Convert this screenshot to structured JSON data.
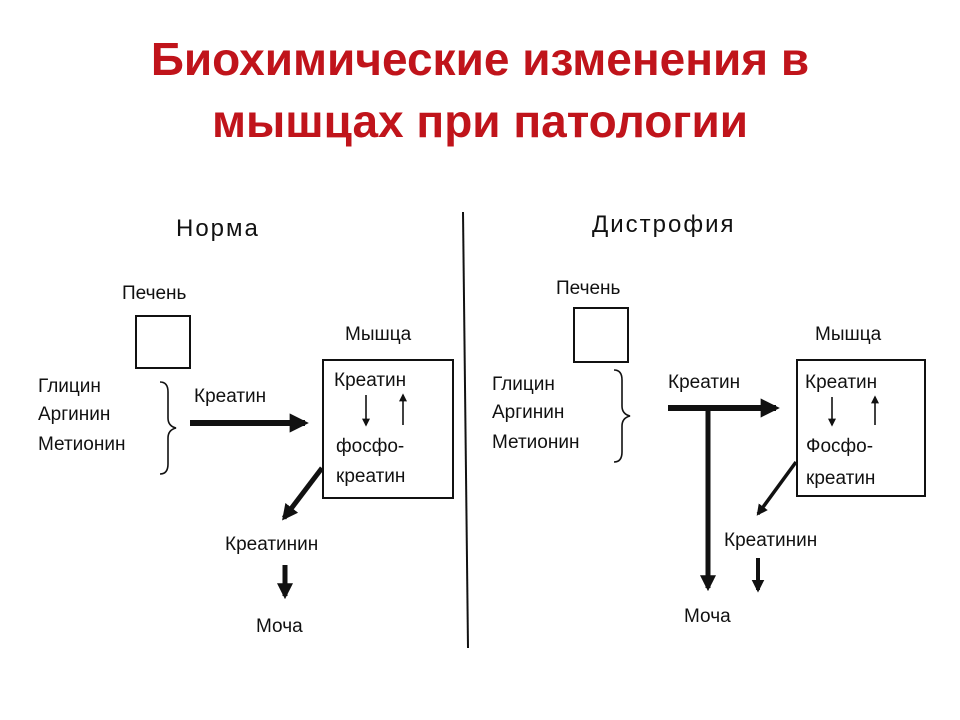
{
  "title": {
    "line1": "Биохимические изменения в",
    "line2": "мышцах при патологии"
  },
  "norm": {
    "header": "Норма",
    "liver": "Печень",
    "amino_acids": [
      "Глицин",
      "Аргинин",
      "Метионин"
    ],
    "creatine": "Креатин",
    "muscle": "Мышца",
    "muscle_creatine": "Креатин",
    "phospho_line1": "фосфо-",
    "phospho_line2": "креатин",
    "creatinine": "Креатинин",
    "urine": "Моча"
  },
  "dystrophy": {
    "header": "Дистрофия",
    "liver": "Печень",
    "amino_acids": [
      "Глицин",
      "Аргинин",
      "Метионин"
    ],
    "creatine": "Креатин",
    "muscle": "Мышца",
    "muscle_creatine": "Креатин",
    "phospho_line1": "Фосфо-",
    "phospho_line2": "креатин",
    "creatinine": "Креатинин",
    "urine": "Моча"
  },
  "colors": {
    "title": "#c0141b",
    "ink": "#111111"
  }
}
